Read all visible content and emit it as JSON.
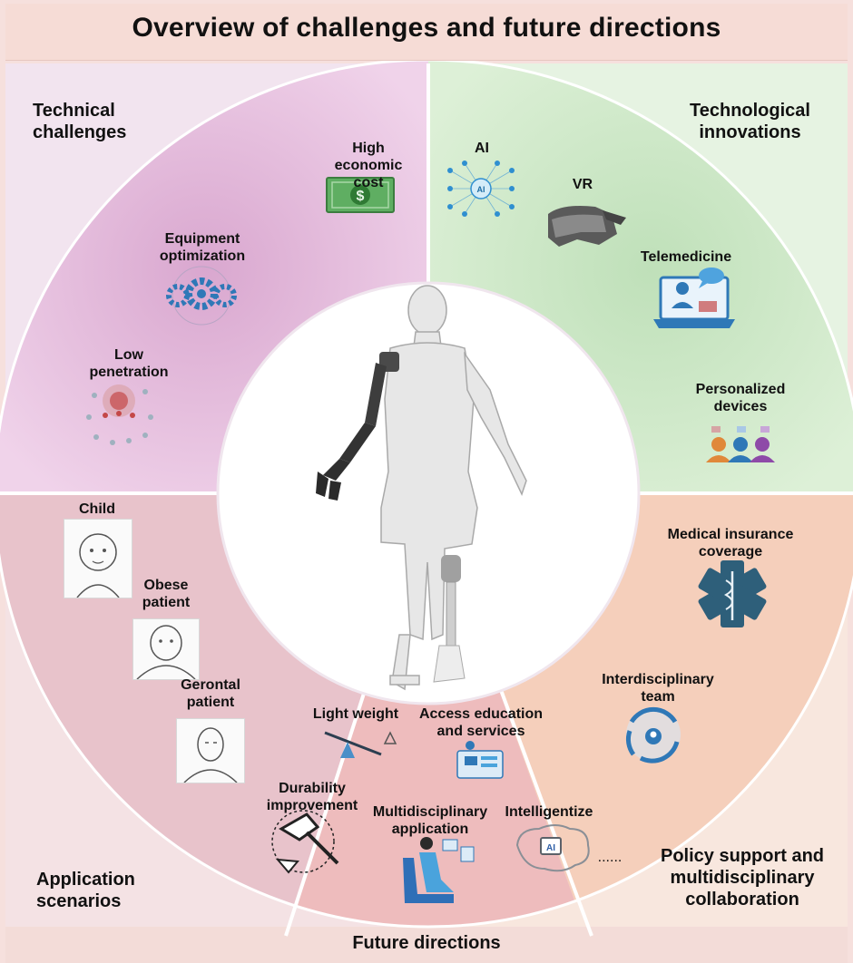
{
  "title": "Overview of challenges and future directions",
  "colors": {
    "technical_challenges": "#e8c4e0",
    "technological_innovations": "#cfe8c9",
    "application_scenarios": "#ebc6cd",
    "policy_support": "#f6d3bf",
    "future_directions": "#efc1c0",
    "accent_blue": "#2f78b7",
    "accent_red": "#c44848"
  },
  "sections": {
    "technical_challenges": {
      "title": "Technical\nchallenges",
      "items": [
        "High\neconomic cost",
        "Equipment\noptimization",
        "Low\npenetration"
      ]
    },
    "technological_innovations": {
      "title": "Technological\ninnovations",
      "items": [
        "AI",
        "VR",
        "Telemedicine",
        "Personalized\ndevices"
      ]
    },
    "application_scenarios": {
      "title": "Application\nscenarios",
      "items": [
        "Child",
        "Obese\npatient",
        "Gerontal\npatient"
      ]
    },
    "policy_support": {
      "title": "Policy support and\nmultidisciplinary\ncollaboration",
      "items": [
        "Medical insurance\ncoverage",
        "Interdisciplinary\nteam"
      ]
    },
    "future_directions": {
      "title": "Future directions",
      "items": [
        "Light weight",
        "Access education\nand services",
        "Durability\nimprovement",
        "Multidisciplinary\napplication",
        "Intelligentize",
        "......"
      ]
    }
  },
  "icons": {
    "ai_chip_label": "AI",
    "money_symbol": "$"
  }
}
